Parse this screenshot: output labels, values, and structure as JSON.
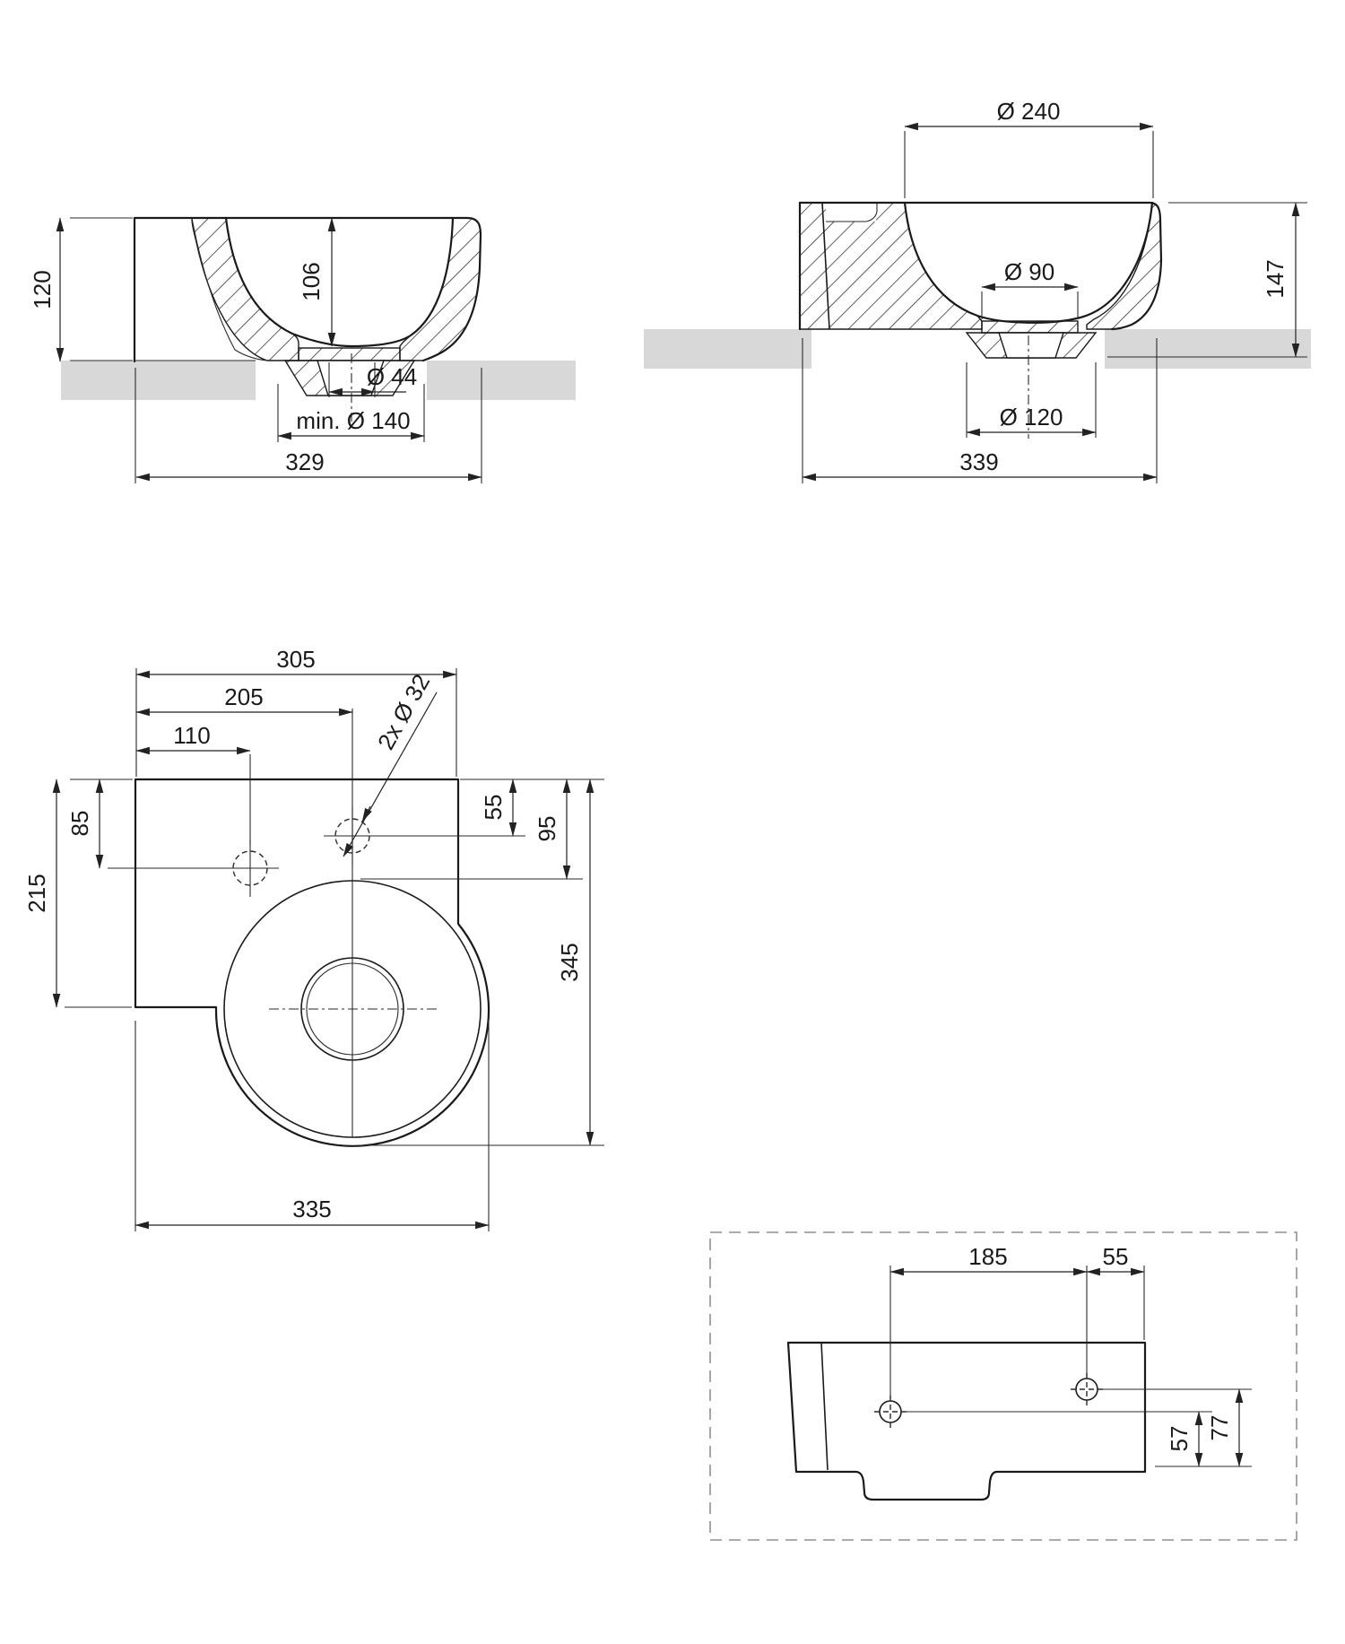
{
  "colors": {
    "line": "#1a1a1a",
    "dimension_line": "#222222",
    "counter_fill": "#d8d8d8",
    "dashed_frame": "#8f8f8f",
    "background": "#ffffff"
  },
  "views": {
    "side_section": {
      "labels": {
        "height_above_counter": "120",
        "bowl_depth": "106",
        "drain_diameter": "Ø 44",
        "min_hole_diameter": "min. Ø 140",
        "overall_width": "329"
      }
    },
    "front_section": {
      "labels": {
        "bowl_diameter": "Ø 240",
        "flange_diameter": "Ø 90",
        "overall_height": "147",
        "drain_diameter": "Ø 120",
        "overall_width": "339"
      }
    },
    "plan": {
      "labels": {
        "top_width": "305",
        "right_hole_x": "205",
        "left_hole_x": "110",
        "left_hole_y": "85",
        "left_side_depth": "215",
        "right_hole_y": "55",
        "bowl_offset": "95",
        "overall_depth": "345",
        "overall_width": "335",
        "tap_holes": "2x Ø 32"
      }
    },
    "wall_fixing": {
      "labels": {
        "hole_spacing": "185",
        "right_edge_offset": "55",
        "left_hole_height": "57",
        "right_hole_height": "77"
      }
    }
  }
}
